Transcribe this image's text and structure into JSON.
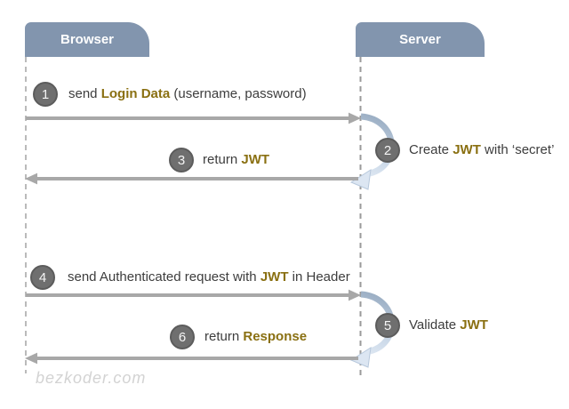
{
  "diagram": {
    "actors": [
      {
        "label": "Browser"
      },
      {
        "label": "Server"
      }
    ],
    "steps": [
      {
        "num": "1",
        "pre": "send ",
        "em": "Login Data",
        "post": " (username, password)"
      },
      {
        "num": "2",
        "pre": "Create ",
        "em": "JWT",
        "post": " with ‘secret’"
      },
      {
        "num": "3",
        "pre": "return ",
        "em": "JWT",
        "post": ""
      },
      {
        "num": "4",
        "pre": "send Authenticated request with ",
        "em": "JWT",
        "post": " in Header"
      },
      {
        "num": "5",
        "pre": "Validate ",
        "em": "JWT",
        "post": ""
      },
      {
        "num": "6",
        "pre": "return ",
        "em": "Response",
        "post": ""
      }
    ],
    "watermark": "bezkoder.com",
    "colors": {
      "actor_fill": "#8295ae",
      "circle_fill": "#6f6f6f",
      "emphasis_text": "#8a7012",
      "arrow_gray": "#a8a8a8",
      "loop_blue_light": "#e4ecf5",
      "loop_blue_dark": "#93a7bd",
      "body_text": "#3d3d3d",
      "watermark_gray": "#d3d3d3"
    }
  }
}
